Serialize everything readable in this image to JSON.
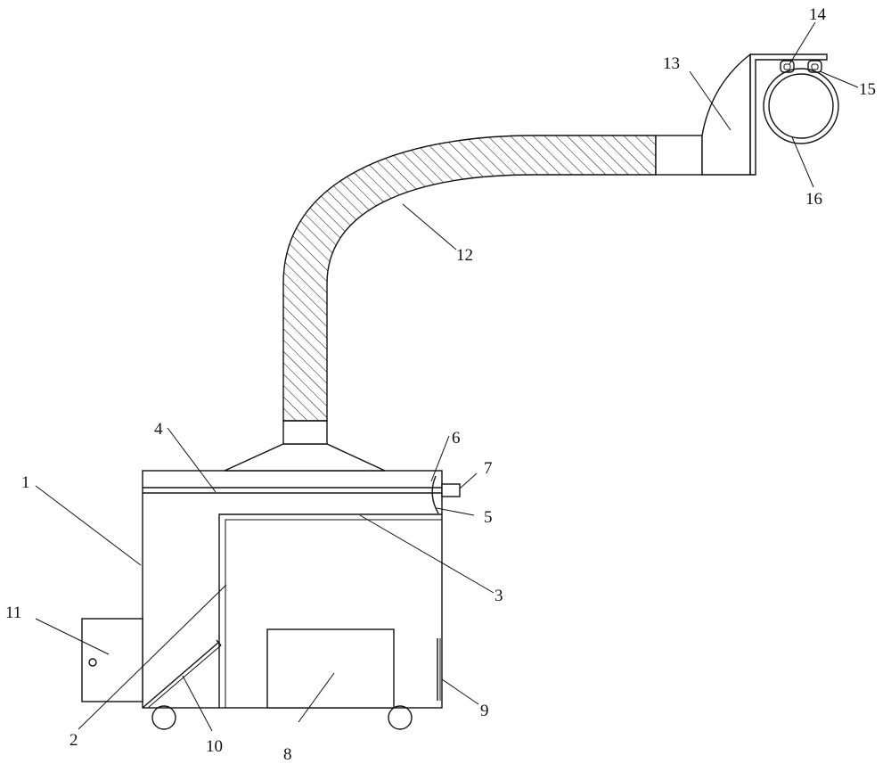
{
  "colors": {
    "line": "#111111",
    "background": "#ffffff"
  },
  "labels": {
    "l1": "1",
    "l2": "2",
    "l3": "3",
    "l4": "4",
    "l5": "5",
    "l6": "6",
    "l7": "7",
    "l8": "8",
    "l9": "9",
    "l10": "10",
    "l11": "11",
    "l12": "12",
    "l13": "13",
    "l14": "14",
    "l15": "15",
    "l16": "16"
  }
}
